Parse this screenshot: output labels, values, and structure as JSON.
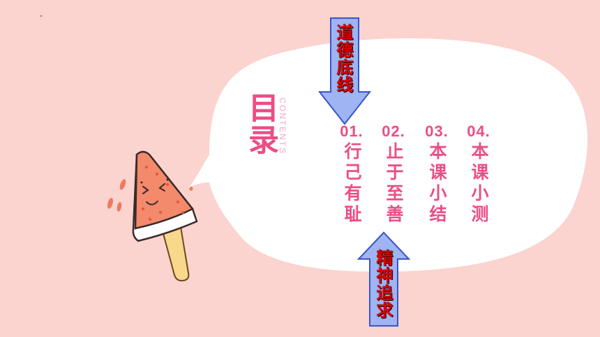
{
  "title": {
    "chinese": "目录",
    "english": "CONTENTS"
  },
  "items": [
    {
      "number": "01.",
      "label": "行己有耻"
    },
    {
      "number": "02.",
      "label": "止于至善"
    },
    {
      "number": "03.",
      "label": "本课小结"
    },
    {
      "number": "04.",
      "label": "本课小测"
    }
  ],
  "arrows": {
    "top_label": "道德底线",
    "bottom_label": "精神追求"
  },
  "colors": {
    "background": "#fbd3cf",
    "bubble": "#ffffff",
    "accent_pink": "#ec4d86",
    "arrow_fill": "#9fb4f2",
    "arrow_stroke": "#3a55c8",
    "arrow_text": "#e00000"
  }
}
